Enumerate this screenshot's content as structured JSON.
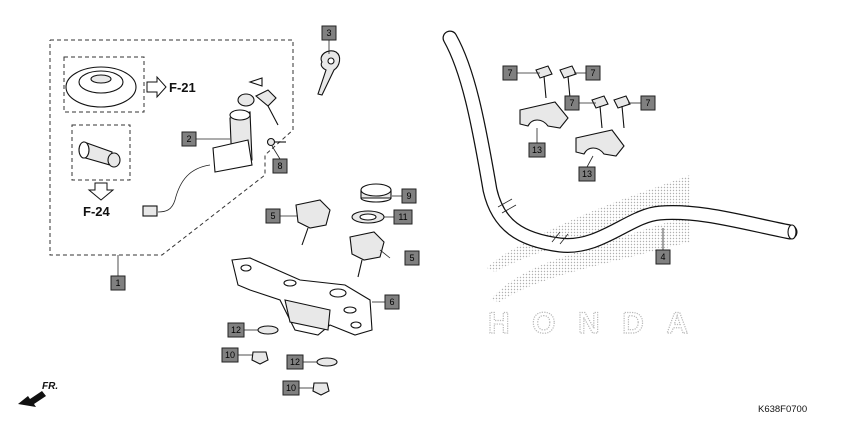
{
  "diagram": {
    "figure_code": "K638F0700",
    "front_label": "FR.",
    "refs": {
      "ref_a": "F-21",
      "ref_b": "F-24"
    },
    "callouts": {
      "c1": "1",
      "c2": "2",
      "c3": "3",
      "c4": "4",
      "c5a": "5",
      "c5b": "5",
      "c6": "6",
      "c7a": "7",
      "c7b": "7",
      "c7c": "7",
      "c7d": "7",
      "c8": "8",
      "c9": "9",
      "c10a": "10",
      "c10b": "10",
      "c11": "11",
      "c12a": "12",
      "c12b": "12",
      "c13a": "13",
      "c13b": "13"
    },
    "watermark": {
      "brand": "HONDA"
    },
    "colors": {
      "callout_fill": "#808080",
      "line": "#111111",
      "watermark": "#b0b0b0"
    }
  }
}
